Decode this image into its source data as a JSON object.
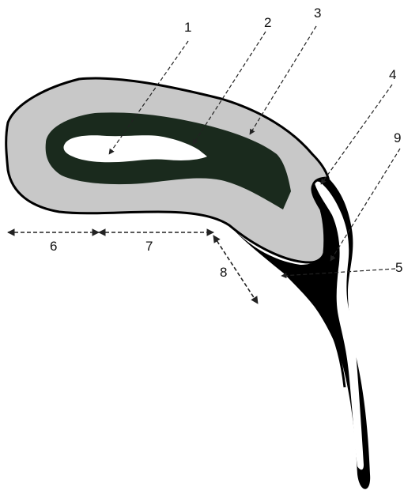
{
  "labels": {
    "l1": "1",
    "l2": "2",
    "l3": "3",
    "l4": "4",
    "l5": "5",
    "l6": "6",
    "l7": "7",
    "l8": "8",
    "l9": "9"
  },
  "colors": {
    "outer_region": "#c8c8c8",
    "inner_region": "#1a2a1d",
    "core": "#ffffff",
    "outline": "#000000",
    "stalk": "#000000"
  }
}
